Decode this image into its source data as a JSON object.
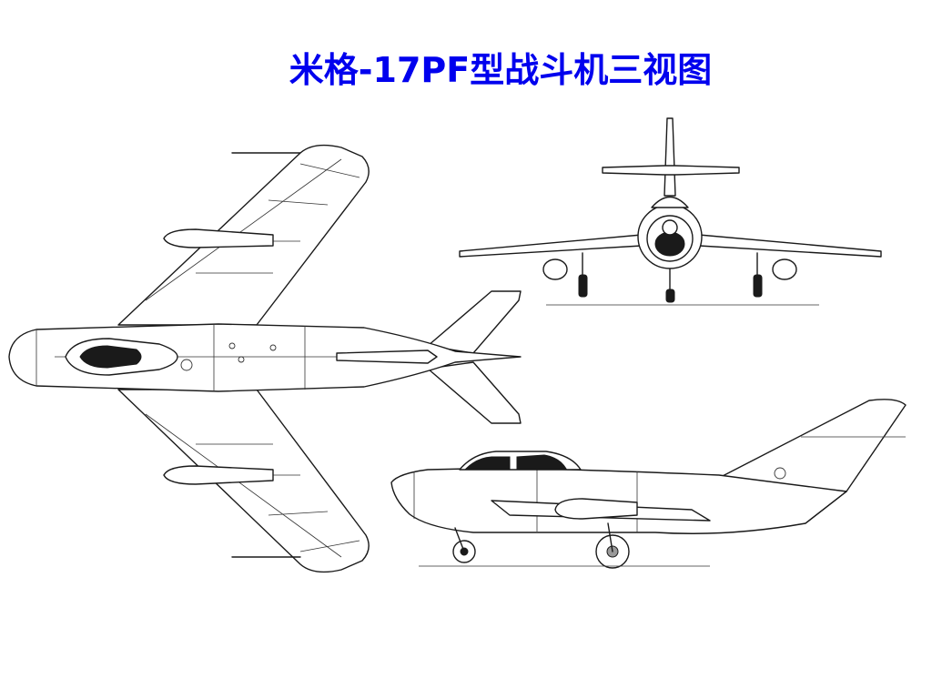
{
  "title": "米格-17PF型战斗机三视图",
  "colors": {
    "title": "#0000ee",
    "line": "#1a1a1a",
    "background": "#ffffff"
  },
  "views": [
    {
      "name": "top-view"
    },
    {
      "name": "front-view"
    },
    {
      "name": "side-view"
    }
  ]
}
